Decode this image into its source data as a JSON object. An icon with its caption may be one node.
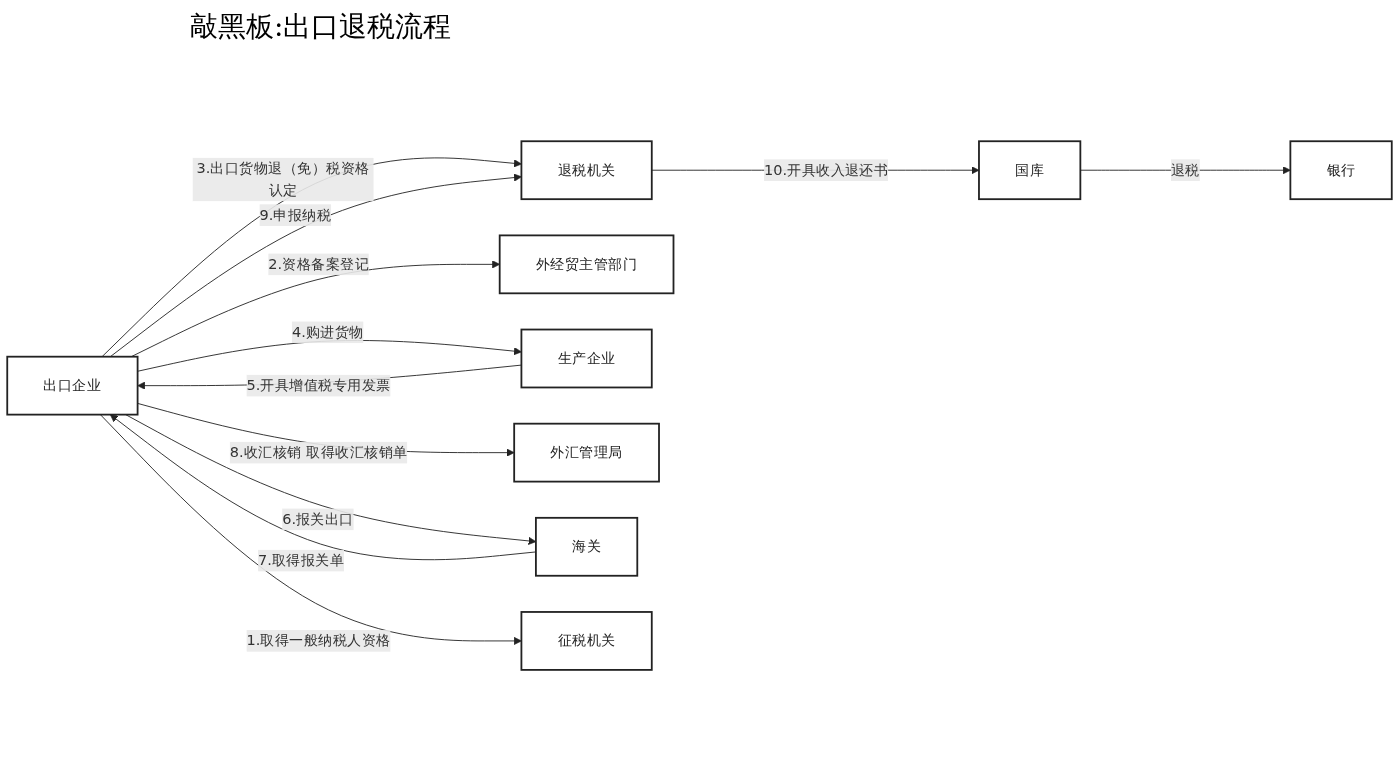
{
  "diagram": {
    "title": "敲黑板:出口退税流程",
    "nodes": [
      {
        "text": [
          "退税机关"
        ]
      },
      {
        "text": [
          "国库"
        ]
      },
      {
        "text": [
          "银行"
        ]
      },
      {
        "text": [
          "外经贸主管部门"
        ]
      },
      {
        "text": [
          "出口企业"
        ]
      },
      {
        "text": [
          "生产企业"
        ]
      },
      {
        "text": [
          "外汇管理局"
        ]
      },
      {
        "text": [
          "海关"
        ]
      },
      {
        "text": [
          "征税机关"
        ]
      }
    ],
    "edges": [
      {
        "from": 0,
        "to": 1,
        "arrow": "to",
        "label": "10.开具收入退还书"
      },
      {
        "from": 1,
        "to": 2,
        "arrow": "to",
        "label": "退税"
      },
      {
        "from": 4,
        "to": 0,
        "arrow": "to",
        "label": "3.出口货物退（免）税资格认定"
      },
      {
        "from": 4,
        "to": 0,
        "arrow": "to",
        "label": "9.申报纳税"
      },
      {
        "from": 5,
        "to": 4,
        "arrow": "to",
        "label": "5.开具增值税专用发票"
      },
      {
        "from": 4,
        "to": 3,
        "arrow": "to",
        "label": "2.资格备案登记"
      },
      {
        "from": 4,
        "to": 5,
        "arrow": "to",
        "label": "4.购进货物"
      },
      {
        "from": 4,
        "to": 6,
        "arrow": "to",
        "label": "8.收汇核销 取得收汇核销单"
      },
      {
        "from": 4,
        "to": 7,
        "arrow": "to",
        "label": "6.报关出口"
      },
      {
        "from": 7,
        "to": 4,
        "arrow": "to",
        "label": "7.取得报关单"
      },
      {
        "from": 4,
        "to": 8,
        "arrow": "to",
        "label": "1.取得一般纳税人资格"
      }
    ]
  }
}
